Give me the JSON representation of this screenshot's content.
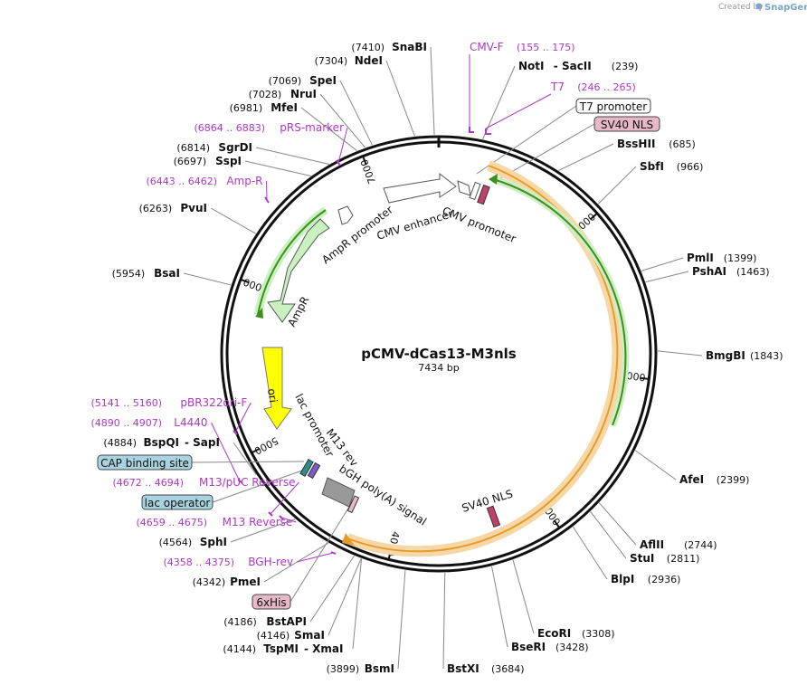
{
  "plasmid": {
    "name": "pCMV-dCas13-M3nls",
    "length_label": "7434 bp",
    "length": 7434
  },
  "credit": {
    "prefix": "Created by",
    "brand": "SnapGene"
  },
  "colors": {
    "primer": "#b036c9",
    "site": "#000000",
    "backbone": "#111111",
    "orange": "#f6a623",
    "green": "#5fb82d",
    "white_feature": "#ffffff",
    "light_green": "#c9f2c0",
    "yellow": "#ffff00",
    "gray": "#888888",
    "pink_box": "#e6b8c8",
    "blue_box": "#a9d3e0"
  },
  "tick_labels": [
    "1000",
    "2000",
    "3000",
    "4000",
    "5000",
    "6000",
    "7000"
  ],
  "sites": [
    {
      "name": "SnaBI",
      "pos": "(7410)",
      "side": "left",
      "bold": true
    },
    {
      "name": "NdeI",
      "pos": "(7304)",
      "side": "left",
      "bold": true
    },
    {
      "name": "SpeI",
      "pos": "(7069)",
      "side": "left",
      "bold": true
    },
    {
      "name": "NruI",
      "pos": "(7028)",
      "side": "left",
      "bold": true
    },
    {
      "name": "MfeI",
      "pos": "(6981)",
      "side": "left",
      "bold": true
    },
    {
      "name": "SgrDI",
      "pos": "(6814)",
      "side": "left",
      "bold": true
    },
    {
      "name": "SspI",
      "pos": "(6697)",
      "side": "left",
      "bold": true
    },
    {
      "name": "PvuI",
      "pos": "(6263)",
      "side": "left",
      "bold": true
    },
    {
      "name": "BsaI",
      "pos": "(5954)",
      "side": "left",
      "bold": true
    },
    {
      "name": "BspQI",
      "suffix": "- SapI",
      "pos": "(4884)",
      "side": "left",
      "bold": true
    },
    {
      "name": "SphI",
      "pos": "(4564)",
      "side": "left",
      "bold": true
    },
    {
      "name": "PmeI",
      "pos": "(4342)",
      "side": "left",
      "bold": true
    },
    {
      "name": "BstAPI",
      "pos": "(4186)",
      "side": "left",
      "bold": true
    },
    {
      "name": "SmaI",
      "pos": "(4146)",
      "side": "left",
      "bold": true
    },
    {
      "name": "TspMI",
      "suffix": "- XmaI",
      "pos": "(4144)",
      "side": "left",
      "bold": true
    },
    {
      "name": "BsmI",
      "pos": "(3899)",
      "side": "left",
      "bold": true
    },
    {
      "name": "NotI",
      "suffix": "- SacII",
      "pos": "(239)",
      "side": "right",
      "bold": true
    },
    {
      "name": "BssHII",
      "pos": "(685)",
      "side": "right",
      "bold": true
    },
    {
      "name": "SbfI",
      "pos": "(966)",
      "side": "right",
      "bold": true
    },
    {
      "name": "PmlI",
      "pos": "(1399)",
      "side": "right",
      "bold": true
    },
    {
      "name": "PshAI",
      "pos": "(1463)",
      "side": "right",
      "bold": true
    },
    {
      "name": "BmgBI",
      "pos": "(1843)",
      "side": "right",
      "bold": true
    },
    {
      "name": "AfeI",
      "pos": "(2399)",
      "side": "right",
      "bold": true
    },
    {
      "name": "AflII",
      "pos": "(2744)",
      "side": "right",
      "bold": true
    },
    {
      "name": "StuI",
      "pos": "(2811)",
      "side": "right",
      "bold": true
    },
    {
      "name": "BlpI",
      "pos": "(2936)",
      "side": "right",
      "bold": true
    },
    {
      "name": "EcoRI",
      "pos": "(3308)",
      "side": "right",
      "bold": true
    },
    {
      "name": "BseRI",
      "pos": "(3428)",
      "side": "right",
      "bold": true
    },
    {
      "name": "BstXI",
      "pos": "(3684)",
      "side": "right",
      "bold": true
    }
  ],
  "primers": [
    {
      "name": "CMV-F",
      "range": "(155 .. 175)"
    },
    {
      "name": "T7",
      "range": "(246 .. 265)"
    },
    {
      "name": "pRS-marker",
      "range": "(6864 .. 6883)"
    },
    {
      "name": "Amp-R",
      "range": "(6443 .. 6462)"
    },
    {
      "name": "pBR322ori-F",
      "range": "(5141 .. 5160)"
    },
    {
      "name": "L4440",
      "range": "(4890 .. 4907)"
    },
    {
      "name": "M13/pUC Reverse",
      "range": "(4672 .. 4694)"
    },
    {
      "name": "M13 Reverse",
      "range": "(4659 .. 4675)"
    },
    {
      "name": "BGH-rev",
      "range": "(4358 .. 4375)"
    }
  ],
  "boxed_labels": {
    "t7_promoter": "T7 promoter",
    "sv40_nls": "SV40 NLS",
    "cap_binding_site": "CAP binding site",
    "lac_operator": "lac operator",
    "six_his": "6xHis"
  },
  "feature_labels": {
    "cmv_promoter": "CMV promoter",
    "cmv_enhancer": "CMV enhancer",
    "ampr_promoter": "AmpR promoter",
    "ampr": "AmpR",
    "ori": "ori",
    "lac_promoter": "lac promoter",
    "m13_rev": "M13 rev",
    "bgh": "bGH poly(A) signal",
    "sv40_nls_inner": "SV40 NLS"
  }
}
